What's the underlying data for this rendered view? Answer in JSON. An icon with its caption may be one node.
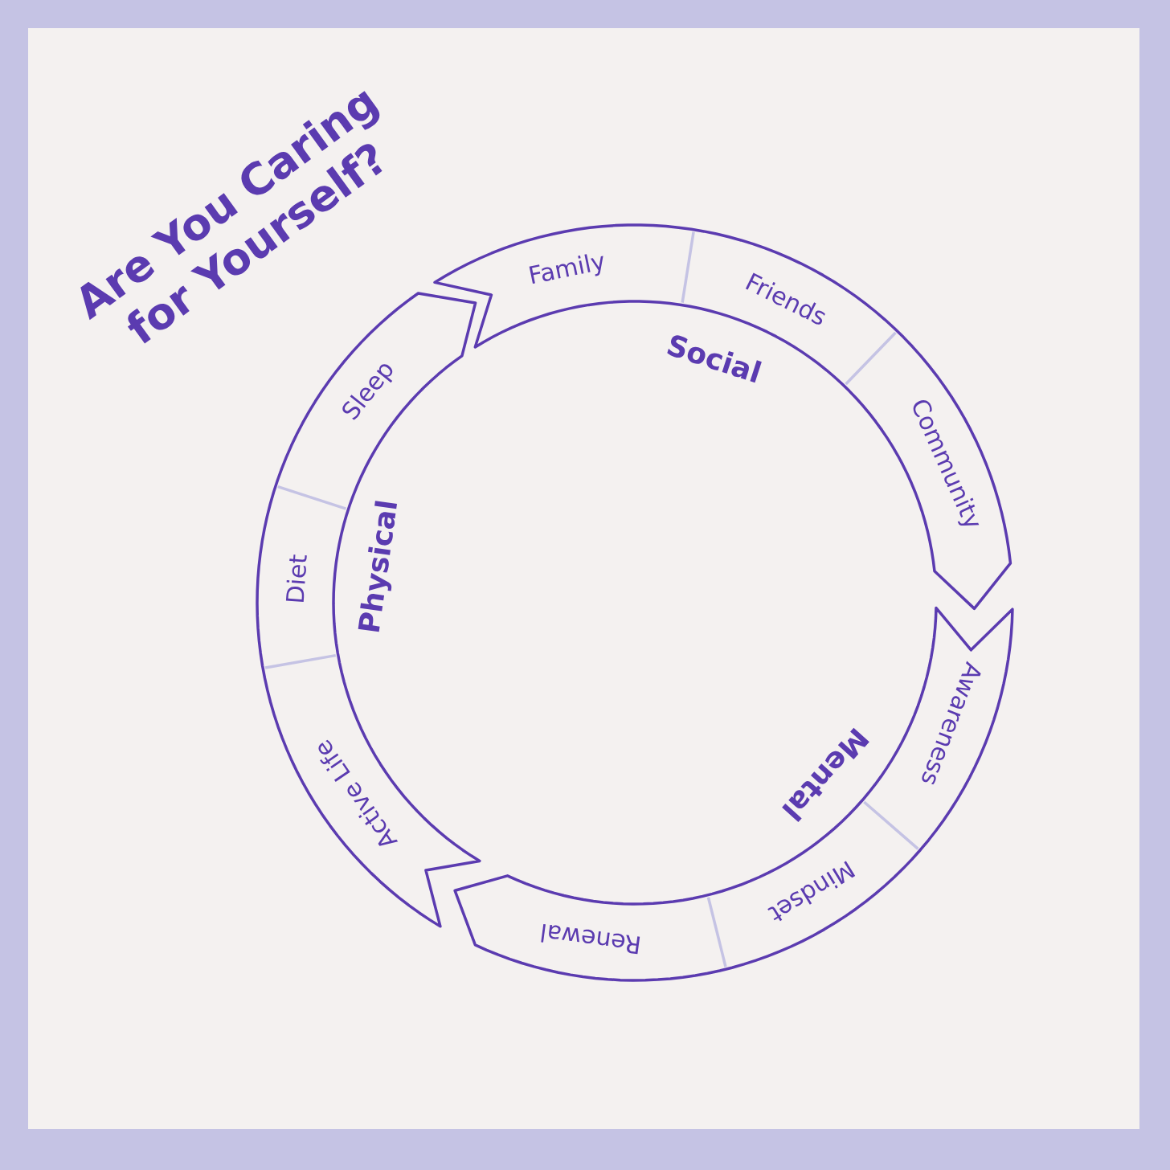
{
  "diagram": {
    "title": "Are You Caring for Yourself?",
    "nodes": [
      {
        "text": [
          "Social"
        ]
      },
      {
        "text": [
          "Family"
        ],
        "in": 0
      },
      {
        "text": [
          "Friends"
        ],
        "in": 0
      },
      {
        "text": [
          "Community"
        ],
        "in": 0
      },
      {
        "text": [
          "Mental"
        ]
      },
      {
        "text": [
          "Awareness"
        ],
        "in": 4
      },
      {
        "text": [
          "Mindset"
        ],
        "in": 4
      },
      {
        "text": [
          "Renewal"
        ],
        "in": 4
      },
      {
        "text": [
          "Physical"
        ]
      },
      {
        "text": [
          "Active Life"
        ],
        "in": 8
      },
      {
        "text": [
          "Diet"
        ],
        "in": 8
      },
      {
        "text": [
          "Sleep"
        ],
        "in": 8
      }
    ]
  }
}
